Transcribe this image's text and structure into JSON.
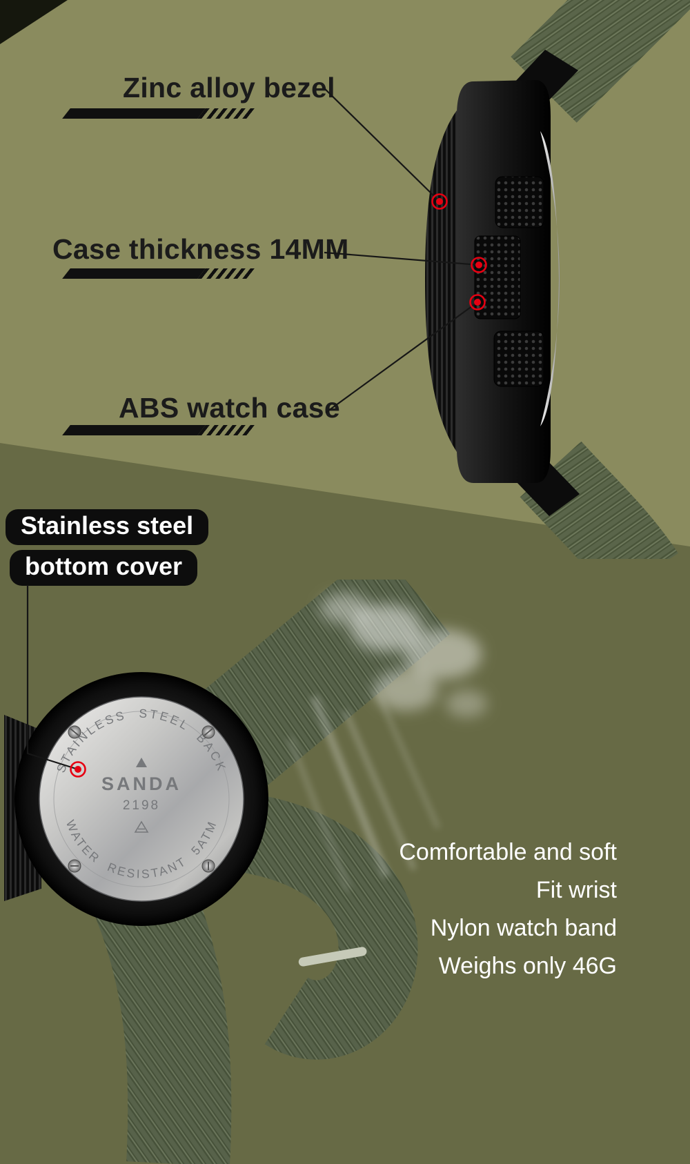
{
  "theme": {
    "bg_top": "#8a8b5e",
    "bg_bottom": "#676a45",
    "corner_wedge": "#15170d",
    "accent_red": "#e60012",
    "label_color": "#1b1b1b",
    "pill_bg": "#0d0d0d",
    "pill_text": "#ffffff",
    "feature_text": "#ffffff",
    "line_color": "#161616"
  },
  "callouts": {
    "bezel": "Zinc alloy bezel",
    "thickness": "Case thickness 14MM",
    "case": "ABS watch case",
    "bottom_cover_line1": "Stainless steel",
    "bottom_cover_line2": "bottom cover"
  },
  "caseback": {
    "arc_top": "STAINLESS STEEL BACK",
    "brand": "SANDA",
    "model": "2198",
    "arc_bottom": "WATER RESISTANT 5ATM"
  },
  "features": [
    "Comfortable and soft",
    "Fit wrist",
    "Nylon watch band",
    "Weighs only 46G"
  ]
}
